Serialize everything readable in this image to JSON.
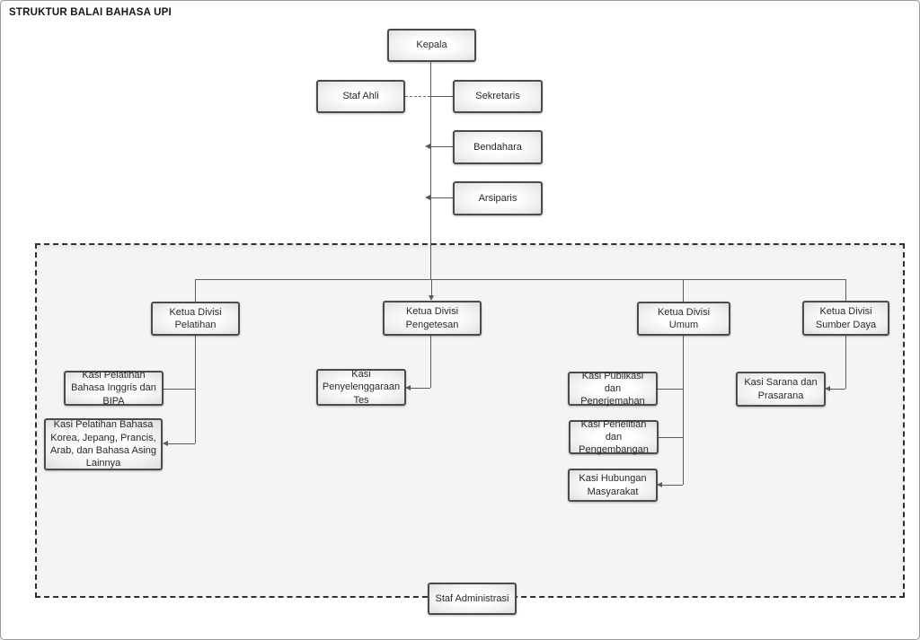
{
  "title": "STRUKTUR BALAI BAHASA UPI",
  "nodes": {
    "kepala": "Kepala",
    "staf_ahli": "Staf Ahli",
    "sekretaris": "Sekretaris",
    "bendahara": "Bendahara",
    "arsiparis": "Arsiparis",
    "ketua_divisi_pelatihan": "Ketua Divisi Pelatihan",
    "ketua_divisi_pengetesan": "Ketua Divisi Pengetesan",
    "ketua_divisi_umum": "Ketua Divisi Umum",
    "ketua_divisi_sumber_daya": "Ketua Divisi Sumber Daya",
    "kasi_pelatihan_inggris_bipa": "Kasi Pelatihan Bahasa Inggris dan BIPA",
    "kasi_pelatihan_korea": "Kasi Pelatihan Bahasa Korea, Jepang, Prancis, Arab, dan Bahasa Asing Lainnya",
    "kasi_penyelenggaraan_tes": "Kasi Penyelenggaraan Tes",
    "kasi_publikasi_penerjemahan": "Kasi Publikasi dan Penerjemahan",
    "kasi_penelitian_pengembangan": "Kasi Penelitian dan Pengembangan",
    "kasi_hubungan_masyarakat": "Kasi Hubungan Masyarakat",
    "kasi_sarana_prasarana": "Kasi Sarana dan Prasarana",
    "staf_administrasi": "Staf Administrasi"
  },
  "colors": {
    "box_border": "#4b4b4b",
    "box_fill": "#f3f3f3",
    "connector": "#5a5a5a",
    "dashed_region_fill": "#f4f4f3",
    "dashed_region_border": "#2f2f2f",
    "background": "#ffffff"
  }
}
